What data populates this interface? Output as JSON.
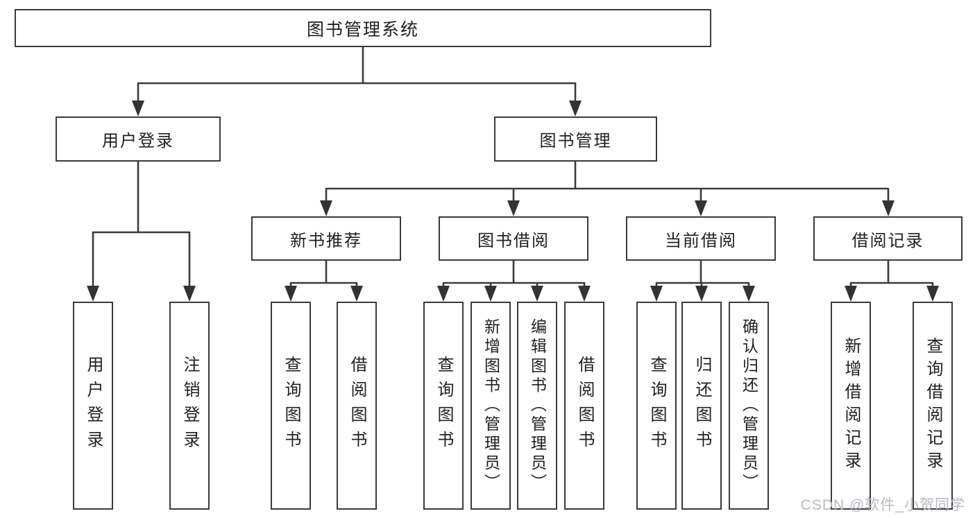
{
  "tree": {
    "label": "图书管理系统",
    "children": [
      {
        "label": "用户登录",
        "children": [
          {
            "label": "用户登录"
          },
          {
            "label": "注销登录"
          }
        ]
      },
      {
        "label": "图书管理",
        "children": [
          {
            "label": "新书推荐",
            "children": [
              {
                "label": "查询图书"
              },
              {
                "label": "借阅图书"
              }
            ]
          },
          {
            "label": "图书借阅",
            "children": [
              {
                "label": "查询图书"
              },
              {
                "label": "新增图书（管理员）"
              },
              {
                "label": "编辑图书（管理员）"
              },
              {
                "label": "借阅图书"
              }
            ]
          },
          {
            "label": "当前借阅",
            "children": [
              {
                "label": "查询图书"
              },
              {
                "label": "归还图书"
              },
              {
                "label": "确认归还（管理员）"
              }
            ]
          },
          {
            "label": "借阅记录",
            "children": [
              {
                "label": "新增借阅记录"
              },
              {
                "label": "查询借阅记录"
              }
            ]
          }
        ]
      }
    ]
  },
  "watermark": {
    "text": "CSDN @软件_小贺同学"
  },
  "colors": {
    "line": "#3a3a3a",
    "text": "#1f1f1f",
    "watermark": "#b5b9bf",
    "background": "#ffffff"
  }
}
